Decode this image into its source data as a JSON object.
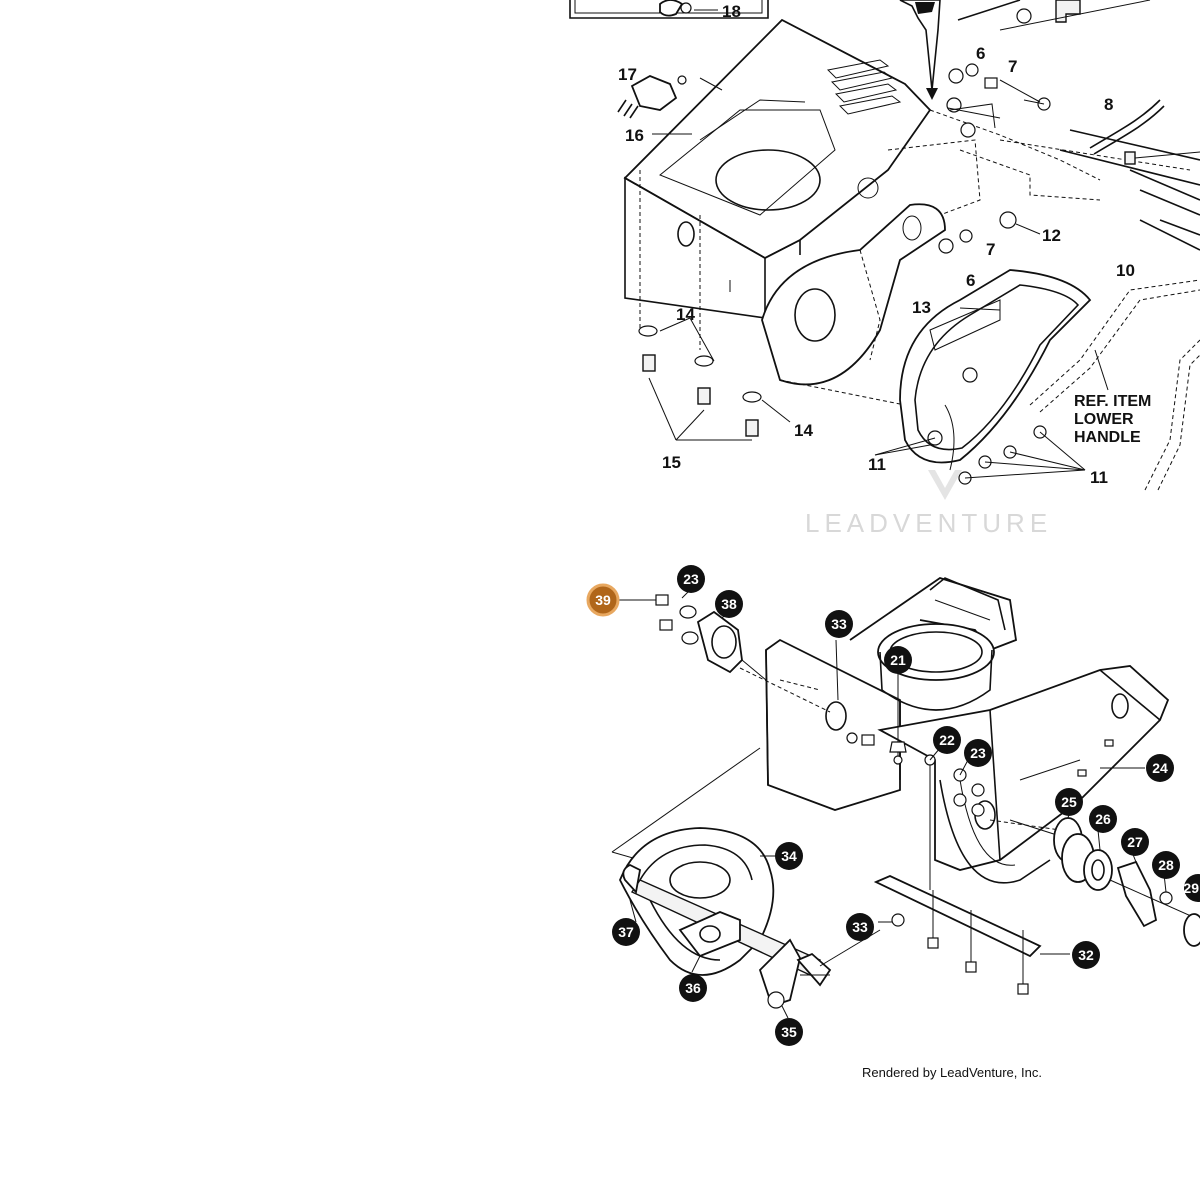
{
  "top_labels": [
    {
      "id": "18",
      "text": "18"
    },
    {
      "id": "6a",
      "text": "6"
    },
    {
      "id": "7a",
      "text": "7"
    },
    {
      "id": "8",
      "text": "8"
    },
    {
      "id": "17",
      "text": "17"
    },
    {
      "id": "16",
      "text": "16"
    },
    {
      "id": "12",
      "text": "12"
    },
    {
      "id": "7b",
      "text": "7"
    },
    {
      "id": "6b",
      "text": "6"
    },
    {
      "id": "10",
      "text": "10"
    },
    {
      "id": "13",
      "text": "13"
    },
    {
      "id": "14a",
      "text": "14"
    },
    {
      "id": "14b",
      "text": "14"
    },
    {
      "id": "15",
      "text": "15"
    },
    {
      "id": "11a",
      "text": "11"
    },
    {
      "id": "11b",
      "text": "11"
    }
  ],
  "ref_item": [
    "REF. ITEM",
    "LOWER",
    "HANDLE"
  ],
  "watermark": "LEADVENTURE",
  "callouts": [
    {
      "id": "39",
      "text": "39",
      "active": true
    },
    {
      "id": "23a",
      "text": "23",
      "active": false
    },
    {
      "id": "38",
      "text": "38",
      "active": false
    },
    {
      "id": "33a",
      "text": "33",
      "active": false
    },
    {
      "id": "21",
      "text": "21",
      "active": false
    },
    {
      "id": "22",
      "text": "22",
      "active": false
    },
    {
      "id": "23b",
      "text": "23",
      "active": false
    },
    {
      "id": "24",
      "text": "24",
      "active": false
    },
    {
      "id": "25",
      "text": "25",
      "active": false
    },
    {
      "id": "26",
      "text": "26",
      "active": false
    },
    {
      "id": "27",
      "text": "27",
      "active": false
    },
    {
      "id": "28",
      "text": "28",
      "active": false
    },
    {
      "id": "29",
      "text": "29",
      "active": false
    },
    {
      "id": "34",
      "text": "34",
      "active": false
    },
    {
      "id": "37",
      "text": "37",
      "active": false
    },
    {
      "id": "33b",
      "text": "33",
      "active": false
    },
    {
      "id": "32",
      "text": "32",
      "active": false
    },
    {
      "id": "36",
      "text": "36",
      "active": false
    },
    {
      "id": "35",
      "text": "35",
      "active": false
    }
  ],
  "credit": "Rendered by LeadVenture, Inc."
}
